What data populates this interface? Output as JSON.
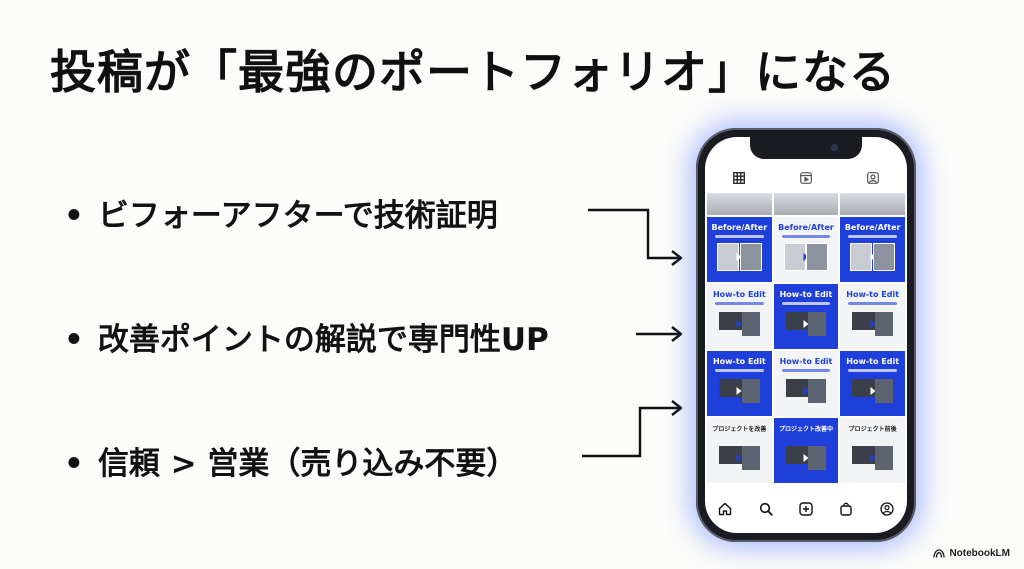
{
  "title": "投稿が「最強のポートフォリオ」になる",
  "bullets": [
    {
      "dot": "•",
      "text": "ビフォーアフターで技術証明"
    },
    {
      "dot": "•",
      "text": "改善ポイントの解説で専門性UP"
    },
    {
      "dot": "•",
      "text": "信頼 > 営業（売り込み不要）"
    }
  ],
  "phone": {
    "tiles": [
      {
        "style": "top"
      },
      {
        "style": "top"
      },
      {
        "style": "top"
      },
      {
        "style": "blue",
        "heading": "Before/After"
      },
      {
        "style": "white",
        "heading": "Before/After"
      },
      {
        "style": "blue",
        "heading": "Before/After"
      },
      {
        "style": "white",
        "heading": "How-to Edit"
      },
      {
        "style": "blue",
        "heading": "How-to Edit"
      },
      {
        "style": "white",
        "heading": "How-to Edit"
      },
      {
        "style": "blue",
        "heading": "How-to Edit"
      },
      {
        "style": "white",
        "heading": "How-to Edit"
      },
      {
        "style": "blue",
        "heading": "How-to Edit"
      },
      {
        "style": "white",
        "heading": "プロジェクトを改善"
      },
      {
        "style": "blue",
        "heading": "プロジェクト改善中"
      },
      {
        "style": "white",
        "heading": "プロジェクト前後"
      }
    ],
    "tab_icons": [
      "grid-icon",
      "reels-icon",
      "tagged-icon"
    ],
    "nav_icons": [
      "home-icon",
      "search-icon",
      "add-icon",
      "shop-icon",
      "profile-icon"
    ]
  },
  "watermark": "NotebookLM",
  "colors": {
    "accent_blue": "#1f3fdb",
    "phone_glow": "#466eff"
  }
}
